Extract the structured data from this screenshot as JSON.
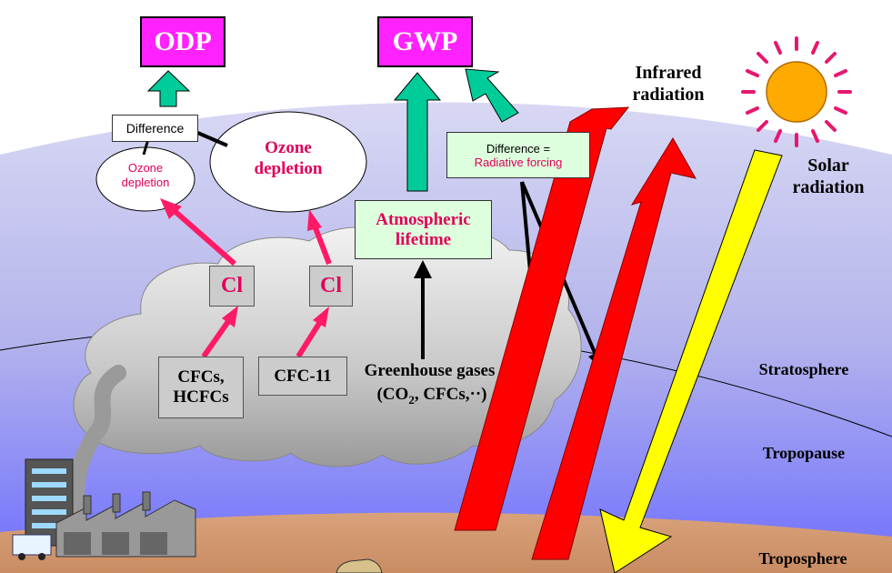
{
  "metrics": {
    "odp": "ODP",
    "gwp": "GWP"
  },
  "radiation": {
    "infrared": "Infrared\nradiation",
    "solar": "Solar\nradiation"
  },
  "layers": {
    "stratosphere": "Stratosphere",
    "tropopause": "Tropopause",
    "troposphere": "Troposphere"
  },
  "ozone": {
    "difference": "Difference",
    "depletion_small": "Ozone\ndepletion",
    "depletion_large": "Ozone\ndepletion"
  },
  "forcing": {
    "difference": "Difference =",
    "radiative": "Radiative forcing"
  },
  "lifetime": "Atmospheric\nlifetime",
  "chlorine": {
    "left": "Cl",
    "right": "Cl"
  },
  "sources": {
    "cfcs": "CFCs,\nHCFCs",
    "cfc11": "CFC-11"
  },
  "ghg": {
    "title": "Greenhouse gases",
    "list_open": "(CO",
    "list_sub": "2",
    "list_rest": ", CFCs,··)"
  },
  "colors": {
    "sky_top": "#b8b8e8",
    "sky_bottom": "#7b7bff",
    "ground": "#d9a27a",
    "magenta_box": "#ff22ff",
    "teal_arrow": "#00cc99",
    "pink_arrow": "#ff1a66",
    "red_arrow": "#ff0000",
    "yellow_arrow": "#ffff00",
    "sun": "#ffaa00",
    "sun_rays": "#e6186e"
  }
}
